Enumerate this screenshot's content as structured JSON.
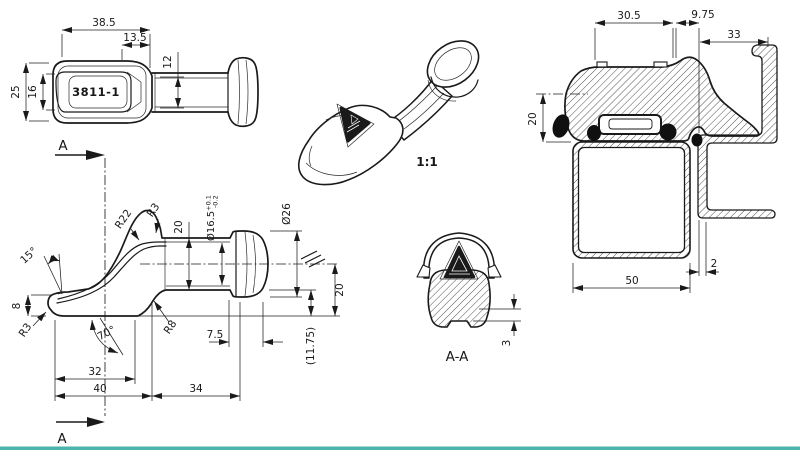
{
  "drawing": {
    "part_label": "3811-1",
    "scale_note": "1:1",
    "cut_label": "A",
    "section_label": "A-A",
    "top_view": {
      "len_total": "38.5",
      "len_taper": "13.5",
      "neck_width": "12",
      "body_width": "25",
      "inner_width": "16"
    },
    "side_view": {
      "r_big": "R22",
      "r_top": "R3",
      "shaft_od": "20",
      "shaft_dia": "Ø16.5",
      "tol_up": "+0.1",
      "tol_dn": "-0.2",
      "cap_dia": "Ø26",
      "tip_angle": "15°",
      "tip_height": "8",
      "r_tip": "R3",
      "ramp_angle": "70°",
      "r_fillet": "R8",
      "cap_len": "7.5",
      "drop_height": "20",
      "ref_height": "(11.75)",
      "len_32": "32",
      "len_40": "40",
      "len_34": "34"
    },
    "mount_view": {
      "w_top": "30.5",
      "w_gap": "9.75",
      "w_flange": "33",
      "h_handle": "20",
      "tube_width": "50",
      "sheet_thickness": "2"
    },
    "section_aa": {
      "lip_height": "3"
    }
  }
}
